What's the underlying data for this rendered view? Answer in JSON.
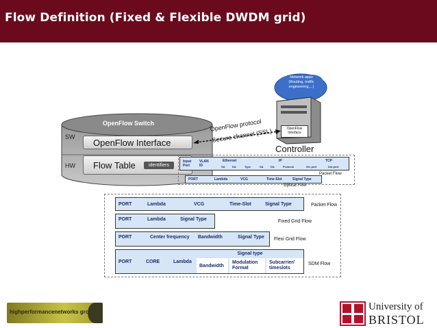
{
  "title": "Flow Definition (Fixed & Flexible DWDM grid)",
  "switch": {
    "name": "OpenFlow Switch",
    "sw_label": "SW",
    "hw_label": "HW",
    "interface": "OpenFlow Interface",
    "flow_table": "Flow Table",
    "identifiers": "identifiers"
  },
  "controller": {
    "label": "Controller",
    "interface": "OpenFlow Interface",
    "network_apps": "Network apps (Routing, traffic engineering,...)"
  },
  "link": {
    "line1": "OpenFlow protocol",
    "line2": "Secure channel (SSL)"
  },
  "packet_header": {
    "cells": [
      "Input Port",
      "VLAN ID",
      "Ethernet",
      "IP",
      "TCP"
    ],
    "sub_cells": [
      "SA",
      "DA",
      "Type",
      "SA",
      "DA",
      "Protocol",
      "Src port",
      "Dst port"
    ],
    "label": "Packet Flow"
  },
  "optical_header": {
    "cells": [
      "PORT",
      "Lambda",
      "VCG",
      "Time-Slot",
      "Signal Type"
    ],
    "label": "Optical Flow"
  },
  "flows": {
    "packet": {
      "cells": [
        "PORT",
        "Lambda",
        "VCG",
        "Time-Slot",
        "Signal Type"
      ],
      "label": "Packet Flow"
    },
    "fixed": {
      "cells": [
        "PORT",
        "Lambda",
        "Signal Type"
      ],
      "label": "Fixed Grid Flow"
    },
    "flexi": {
      "cells": [
        "PORT",
        "Center frequency",
        "Bandwidth",
        "Signal Type"
      ],
      "label": "Flexi Grid Flow"
    },
    "sdm": {
      "cells": [
        "PORT",
        "CORE",
        "Lambda"
      ],
      "signal_type": "Signal type",
      "sub_cells": [
        "Bandwidth",
        "Modulation Format",
        "Subcarrier/ timeslots"
      ],
      "label": "SDM Flow"
    }
  },
  "footer": {
    "hpn_logo": "highperformancenetworks group",
    "university_line1": "University of",
    "university_line2": "BRISTOL"
  }
}
